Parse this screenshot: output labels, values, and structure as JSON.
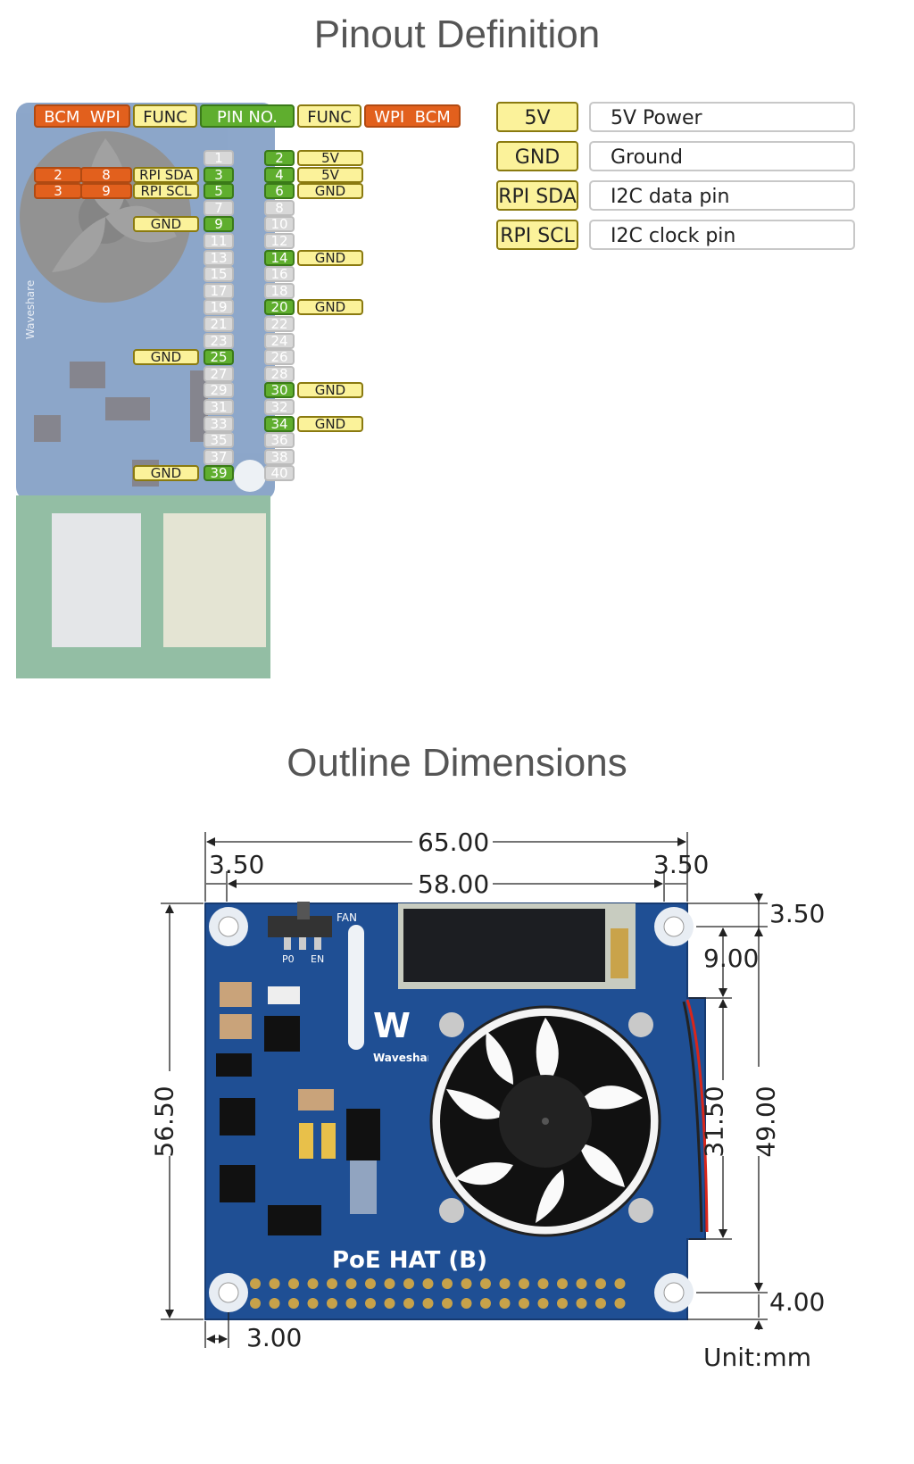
{
  "pinout": {
    "title": "Pinout Definition",
    "headers": [
      "BCM",
      "WPI",
      "FUNC",
      "PIN NO.",
      "FUNC",
      "WPI",
      "BCM"
    ],
    "left_pins": [
      {
        "num": "1",
        "func": "",
        "wpi": "",
        "bcm": "",
        "active": false
      },
      {
        "num": "3",
        "func": "RPI SDA",
        "wpi": "8",
        "bcm": "2",
        "active": true
      },
      {
        "num": "5",
        "func": "RPI SCL",
        "wpi": "9",
        "bcm": "3",
        "active": true
      },
      {
        "num": "7",
        "func": "",
        "active": false
      },
      {
        "num": "9",
        "func": "GND",
        "active": true
      },
      {
        "num": "11",
        "func": "",
        "active": false
      },
      {
        "num": "13",
        "func": "",
        "active": false
      },
      {
        "num": "15",
        "func": "",
        "active": false
      },
      {
        "num": "17",
        "func": "",
        "active": false
      },
      {
        "num": "19",
        "func": "",
        "active": false
      },
      {
        "num": "21",
        "func": "",
        "active": false
      },
      {
        "num": "23",
        "func": "",
        "active": false
      },
      {
        "num": "25",
        "func": "GND",
        "active": true
      },
      {
        "num": "27",
        "func": "",
        "active": false
      },
      {
        "num": "29",
        "func": "",
        "active": false
      },
      {
        "num": "31",
        "func": "",
        "active": false
      },
      {
        "num": "33",
        "func": "",
        "active": false
      },
      {
        "num": "35",
        "func": "",
        "active": false
      },
      {
        "num": "37",
        "func": "",
        "active": false
      },
      {
        "num": "39",
        "func": "GND",
        "active": true
      }
    ],
    "right_pins": [
      {
        "num": "2",
        "func": "5V",
        "active": true
      },
      {
        "num": "4",
        "func": "5V",
        "active": true
      },
      {
        "num": "6",
        "func": "GND",
        "active": true
      },
      {
        "num": "8",
        "func": "",
        "active": false
      },
      {
        "num": "10",
        "func": "",
        "active": false
      },
      {
        "num": "12",
        "func": "",
        "active": false
      },
      {
        "num": "14",
        "func": "GND",
        "active": true
      },
      {
        "num": "16",
        "func": "",
        "active": false
      },
      {
        "num": "18",
        "func": "",
        "active": false
      },
      {
        "num": "20",
        "func": "GND",
        "active": true
      },
      {
        "num": "22",
        "func": "",
        "active": false
      },
      {
        "num": "24",
        "func": "",
        "active": false
      },
      {
        "num": "26",
        "func": "",
        "active": false
      },
      {
        "num": "28",
        "func": "",
        "active": false
      },
      {
        "num": "30",
        "func": "GND",
        "active": true
      },
      {
        "num": "32",
        "func": "",
        "active": false
      },
      {
        "num": "34",
        "func": "GND",
        "active": true
      },
      {
        "num": "36",
        "func": "",
        "active": false
      },
      {
        "num": "38",
        "func": "",
        "active": false
      },
      {
        "num": "40",
        "func": "",
        "active": false
      }
    ],
    "legend": [
      {
        "func": "5V",
        "desc": "5V Power"
      },
      {
        "func": "GND",
        "desc": "Ground"
      },
      {
        "func": "RPI SDA",
        "desc": "I2C data pin"
      },
      {
        "func": "RPI SCL",
        "desc": "I2C clock pin"
      }
    ],
    "board_logo": "Waveshare"
  },
  "outline": {
    "title": "Outline Dimensions",
    "dims": {
      "total_width": "65.00",
      "left_margin": "3.50",
      "inner_width": "58.00",
      "right_margin": "3.50",
      "top_margin": "3.50",
      "top_offset": "9.00",
      "fan_height": "31.50",
      "hole_span": "49.00",
      "total_height": "56.50",
      "bottom_margin": "4.00",
      "hole_offset": "3.00"
    },
    "board_label": "PoE HAT (B)",
    "board_logo": "Waveshare",
    "fan_label": "FAN",
    "switch_labels": [
      "P0",
      "EN"
    ],
    "unit": "Unit:mm"
  },
  "colors": {
    "pcb_blue": "#1f4f94",
    "orange": "#e2601d",
    "yellow": "#fbf29a",
    "green": "#5fae2e"
  }
}
